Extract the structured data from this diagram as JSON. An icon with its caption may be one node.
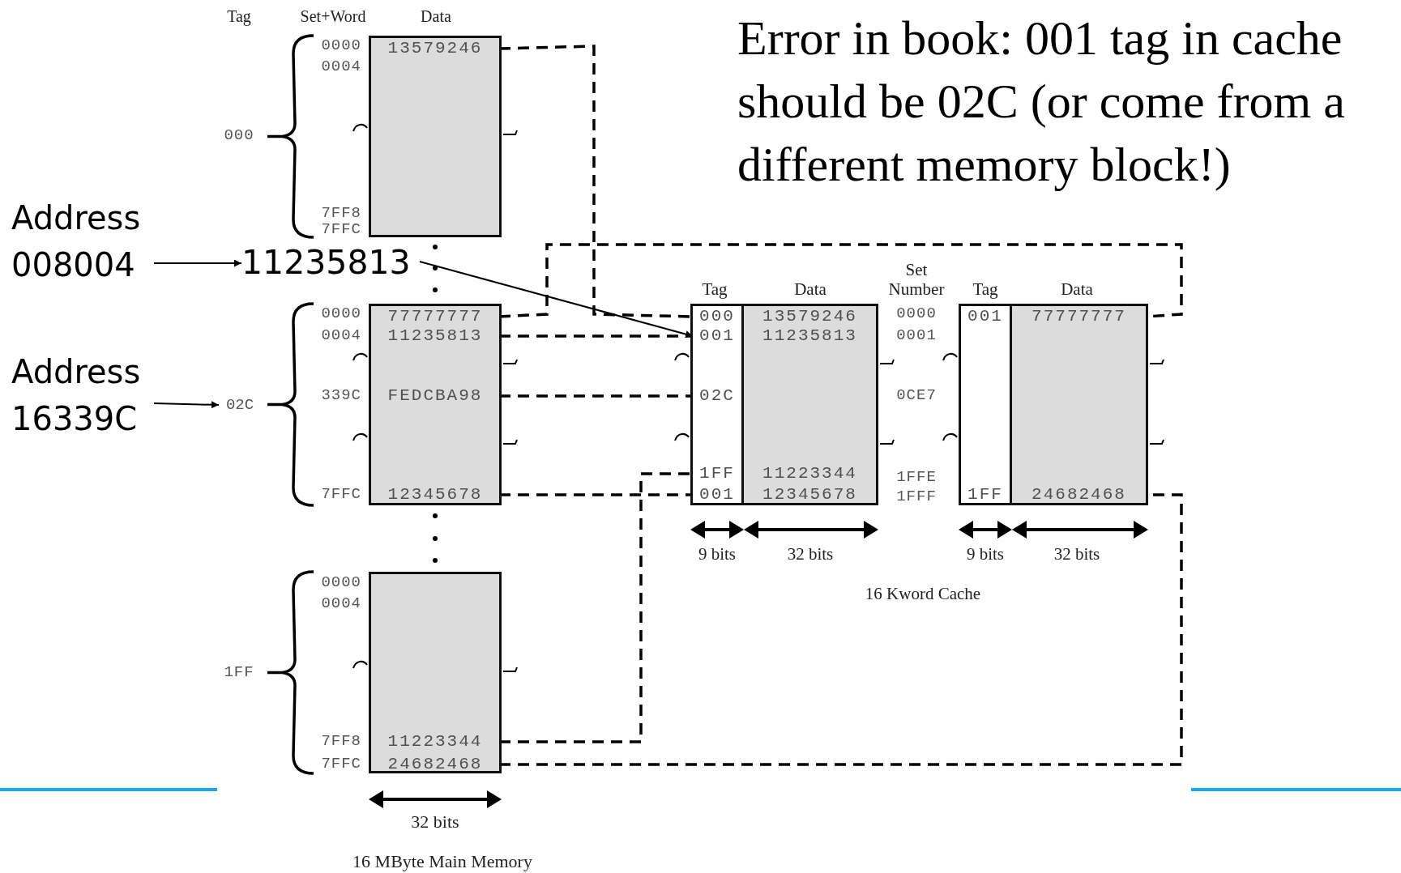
{
  "diagram": {
    "nodes": [
      {
        "text": [],
        "shape": "box"
      },
      {
        "text": [
          "13579246"
        ],
        "in": 0
      },
      {
        "text": [],
        "shape": "box"
      },
      {
        "text": [
          "77777777"
        ],
        "in": 2
      },
      {
        "text": [
          "11235813"
        ],
        "in": 2
      },
      {
        "text": [
          "FEDCBA98"
        ],
        "in": 2
      },
      {
        "text": [
          "12345678"
        ],
        "in": 2
      },
      {
        "text": [],
        "shape": "box"
      },
      {
        "text": [
          "11223344"
        ],
        "in": 7
      },
      {
        "text": [
          "24682468"
        ],
        "in": 7
      },
      {
        "text": [],
        "shape": "box"
      },
      {
        "text": [
          "000"
        ],
        "in": 10
      },
      {
        "text": [
          "001"
        ],
        "in": 10
      },
      {
        "text": [
          "02C"
        ],
        "in": 10
      },
      {
        "text": [
          "1FF"
        ],
        "in": 10
      },
      {
        "text": [
          "001"
        ],
        "in": 10
      },
      {
        "text": [],
        "shape": "box"
      },
      {
        "text": [
          "13579246"
        ],
        "in": 16
      },
      {
        "text": [
          "11235813"
        ],
        "in": 16
      },
      {
        "text": [
          "11223344"
        ],
        "in": 16
      },
      {
        "text": [
          "12345678"
        ],
        "in": 16
      },
      {
        "text": [],
        "shape": "box"
      },
      {
        "text": [
          "001"
        ],
        "in": 21
      },
      {
        "text": [
          "1FF"
        ],
        "in": 21
      },
      {
        "text": [],
        "shape": "box"
      },
      {
        "text": [
          "77777777"
        ],
        "in": 24
      },
      {
        "text": [
          "24682468"
        ],
        "in": 24
      },
      {
        "text": [
          "Address 008004"
        ]
      },
      {
        "text": [
          "11235813"
        ]
      },
      {
        "text": [
          "Address 16339C"
        ]
      },
      {
        "text": [
          "02C"
        ]
      }
    ],
    "edges": [
      {
        "from": 1,
        "to": 11,
        "arrow": "none",
        "style": "dashed"
      },
      {
        "from": 3,
        "to": 25,
        "arrow": "none",
        "style": "dashed"
      },
      {
        "from": 4,
        "to": 12,
        "arrow": "none",
        "style": "dashed"
      },
      {
        "from": 5,
        "to": 13,
        "arrow": "none",
        "style": "dashed"
      },
      {
        "from": 6,
        "to": 15,
        "arrow": "none",
        "style": "dashed"
      },
      {
        "from": 8,
        "to": 14,
        "arrow": "none",
        "style": "dashed"
      },
      {
        "from": 9,
        "to": 26,
        "arrow": "none",
        "style": "dashed"
      },
      {
        "from": 27,
        "to": 28,
        "arrow": "to"
      },
      {
        "from": 28,
        "to": 12,
        "arrow": "to"
      },
      {
        "from": 29,
        "to": 30,
        "arrow": "to"
      }
    ],
    "labels": [
      "Tag",
      "Set+Word",
      "Data",
      "0000",
      "0004",
      "000",
      "7FF8",
      "7FFC",
      "0000",
      "0004",
      "339C",
      "7FFC",
      "0000",
      "0004",
      "1FF",
      "7FF8",
      "7FFC",
      "32 bits",
      "16 MByte Main Memory",
      "Tag",
      "Data",
      "Set Number",
      "Tag",
      "Data",
      "0000",
      "0001",
      "0CE7",
      "1FFE",
      "1FFF",
      "9 bits",
      "32 bits",
      "9 bits",
      "32 bits",
      "16 Kword Cache",
      "Error in book: 001 tag in cache should be 02C (or come from a different memory block!)"
    ]
  }
}
